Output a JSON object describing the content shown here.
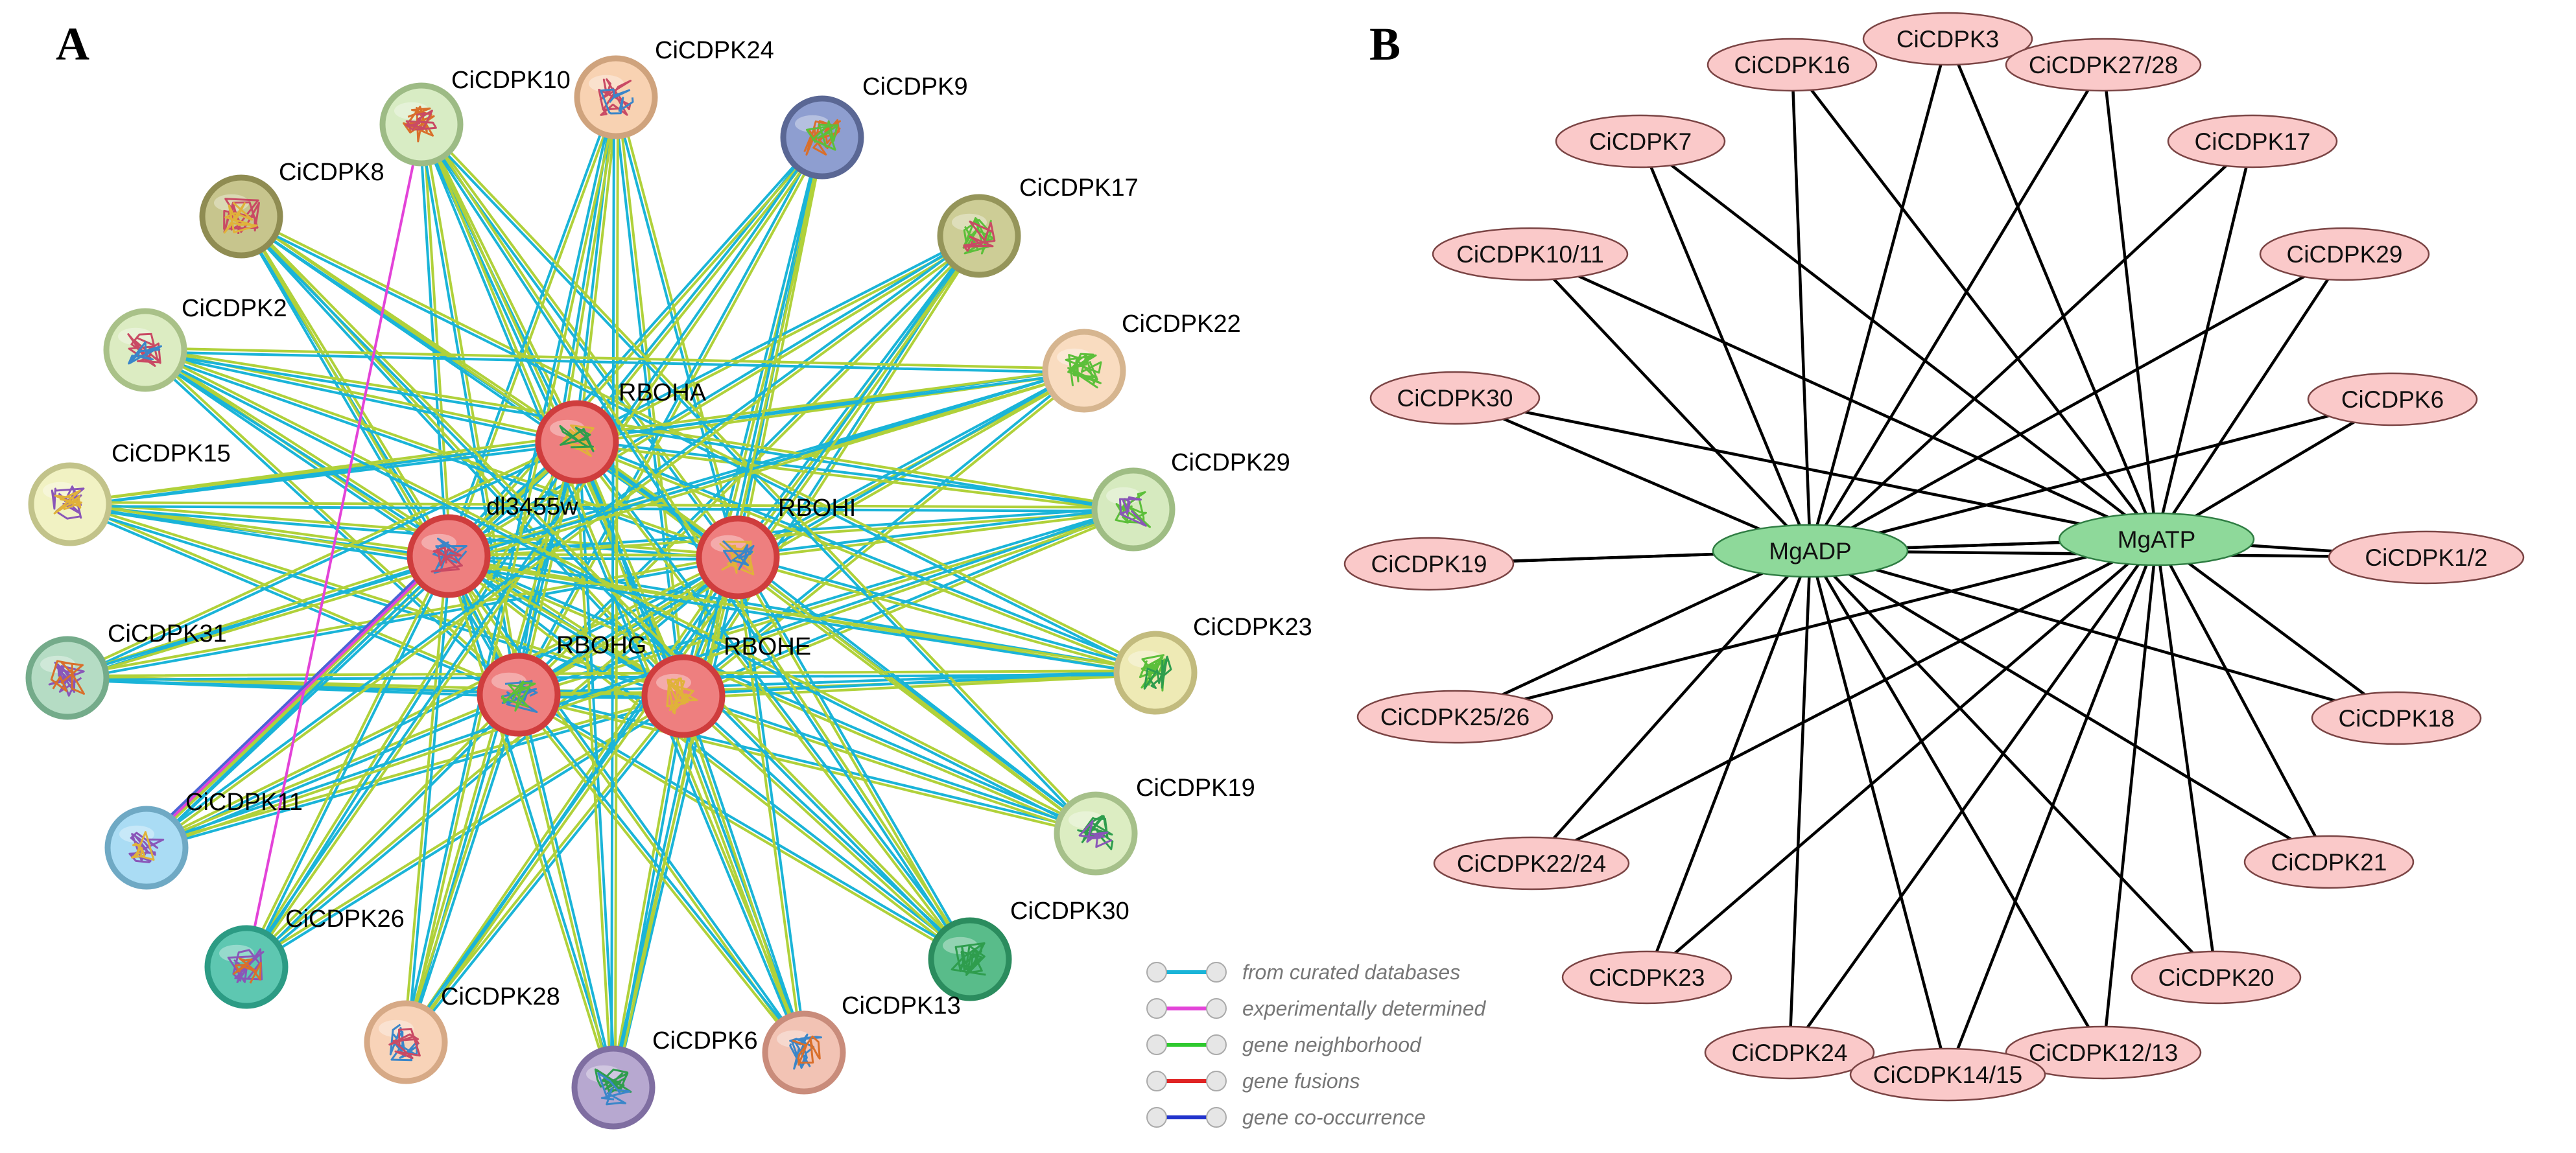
{
  "panels": {
    "a": {
      "label": "A"
    },
    "b": {
      "label": "B"
    }
  },
  "network_a": {
    "hubs": [
      {
        "id": "RBOHA",
        "label": "RBOHA",
        "color": "#ee7f7f",
        "border": "#cf3d3d"
      },
      {
        "id": "dl3455w",
        "label": "dl3455w",
        "color": "#ee7f7f",
        "border": "#cf3d3d"
      },
      {
        "id": "RBOHI",
        "label": "RBOHI",
        "color": "#ee7f7f",
        "border": "#cf3d3d"
      },
      {
        "id": "RBOHG",
        "label": "RBOHG",
        "color": "#ee7f7f",
        "border": "#cf3d3d"
      },
      {
        "id": "RBOHE",
        "label": "RBOHE",
        "color": "#ee7f7f",
        "border": "#cf3d3d"
      }
    ],
    "outer_nodes": [
      {
        "id": "CiCDPK10",
        "label": "CiCDPK10",
        "color": "#d8ecc4",
        "border": "#9dbb85"
      },
      {
        "id": "CiCDPK24",
        "label": "CiCDPK24",
        "color": "#f8d2b2",
        "border": "#cfa37d"
      },
      {
        "id": "CiCDPK9",
        "label": "CiCDPK9",
        "color": "#8e9ed0",
        "border": "#5a6794"
      },
      {
        "id": "CiCDPK8",
        "label": "CiCDPK8",
        "color": "#c7c58d",
        "border": "#8f8c52"
      },
      {
        "id": "CiCDPK17",
        "label": "CiCDPK17",
        "color": "#cdcd96",
        "border": "#95955a"
      },
      {
        "id": "CiCDPK2",
        "label": "CiCDPK2",
        "color": "#dcecc2",
        "border": "#a9c188"
      },
      {
        "id": "CiCDPK22",
        "label": "CiCDPK22",
        "color": "#f9dcc0",
        "border": "#d6b58f"
      },
      {
        "id": "CiCDPK15",
        "label": "CiCDPK15",
        "color": "#f1f2c3",
        "border": "#c2c38a"
      },
      {
        "id": "CiCDPK29",
        "label": "CiCDPK29",
        "color": "#d6eabf",
        "border": "#9fbd84"
      },
      {
        "id": "CiCDPK31",
        "label": "CiCDPK31",
        "color": "#b5dcc4",
        "border": "#74ab8a"
      },
      {
        "id": "CiCDPK23",
        "label": "CiCDPK23",
        "color": "#eeeab5",
        "border": "#c2bb7e"
      },
      {
        "id": "CiCDPK11",
        "label": "CiCDPK11",
        "color": "#aadcf4",
        "border": "#6fa9c4"
      },
      {
        "id": "CiCDPK19",
        "label": "CiCDPK19",
        "color": "#dcedc2",
        "border": "#a6c08a"
      },
      {
        "id": "CiCDPK26",
        "label": "CiCDPK26",
        "color": "#5ec7b1",
        "border": "#2c9b84"
      },
      {
        "id": "CiCDPK30",
        "label": "CiCDPK30",
        "color": "#59bc8a",
        "border": "#2b8c5e"
      },
      {
        "id": "CiCDPK28",
        "label": "CiCDPK28",
        "color": "#f8d3b8",
        "border": "#d6a986"
      },
      {
        "id": "CiCDPK6",
        "label": "CiCDPK6",
        "color": "#b7a8d0",
        "border": "#7f6ea1"
      },
      {
        "id": "CiCDPK13",
        "label": "CiCDPK13",
        "color": "#f2c3b4",
        "border": "#c98c7b"
      }
    ],
    "edge_colors": {
      "curated": "#1ab4d8",
      "textmining": "#b0d13a",
      "experimental": "#e343d8",
      "cooccurrence": "#4b63d6"
    },
    "legend": [
      {
        "label": "from curated databases",
        "color": "#1ab4d8"
      },
      {
        "label": "experimentally determined",
        "color": "#e343d8"
      },
      {
        "label": "gene neighborhood",
        "color": "#2fc92f"
      },
      {
        "label": "gene fusions",
        "color": "#e02424"
      },
      {
        "label": "gene co-occurrence",
        "color": "#2233cc"
      }
    ]
  },
  "network_b": {
    "hubs": [
      {
        "id": "MgADP",
        "label": "MgADP"
      },
      {
        "id": "MgATP",
        "label": "MgATP"
      }
    ],
    "hub_color": "#8ed99a",
    "hub_border": "#2f7d43",
    "node_color": "#fac9c9",
    "node_border": "#7a4444",
    "nodes": [
      {
        "id": "CiCDPK3",
        "label": "CiCDPK3"
      },
      {
        "id": "CiCDPK16",
        "label": "CiCDPK16"
      },
      {
        "id": "CiCDPK27/28",
        "label": "CiCDPK27/28"
      },
      {
        "id": "CiCDPK7",
        "label": "CiCDPK7"
      },
      {
        "id": "CiCDPK17",
        "label": "CiCDPK17"
      },
      {
        "id": "CiCDPK10/11",
        "label": "CiCDPK10/11"
      },
      {
        "id": "CiCDPK29",
        "label": "CiCDPK29"
      },
      {
        "id": "CiCDPK30",
        "label": "CiCDPK30"
      },
      {
        "id": "CiCDPK6",
        "label": "CiCDPK6"
      },
      {
        "id": "CiCDPK19",
        "label": "CiCDPK19"
      },
      {
        "id": "CiCDPK1/2",
        "label": "CiCDPK1/2"
      },
      {
        "id": "CiCDPK25/26",
        "label": "CiCDPK25/26"
      },
      {
        "id": "CiCDPK18",
        "label": "CiCDPK18"
      },
      {
        "id": "CiCDPK22/24",
        "label": "CiCDPK22/24"
      },
      {
        "id": "CiCDPK21",
        "label": "CiCDPK21"
      },
      {
        "id": "CiCDPK23",
        "label": "CiCDPK23"
      },
      {
        "id": "CiCDPK20",
        "label": "CiCDPK20"
      },
      {
        "id": "CiCDPK24",
        "label": "CiCDPK24"
      },
      {
        "id": "CiCDPK12/13",
        "label": "CiCDPK12/13"
      },
      {
        "id": "CiCDPK14/15",
        "label": "CiCDPK14/15"
      }
    ]
  }
}
